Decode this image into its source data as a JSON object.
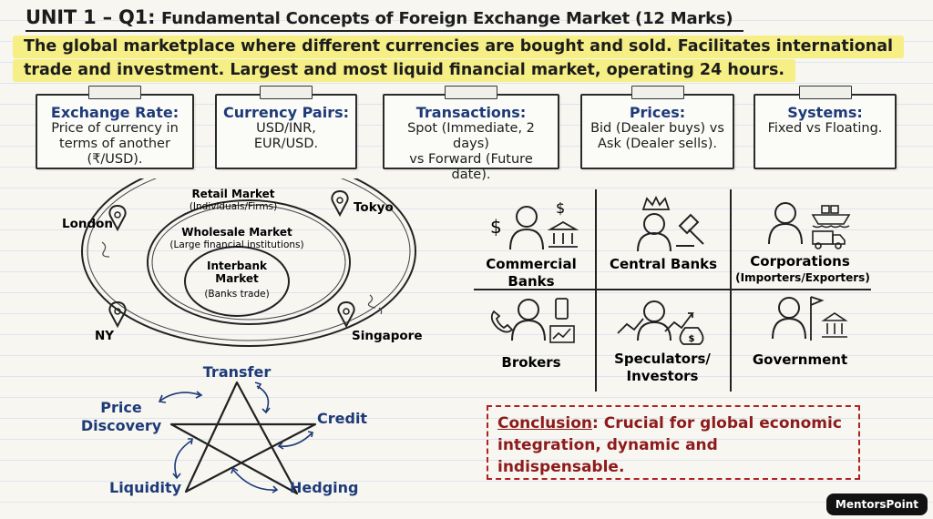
{
  "title": {
    "unit": "UNIT 1 – Q1:",
    "text": "Fundamental Concepts of Foreign Exchange Market (12 Marks)"
  },
  "intro": {
    "line1": "The global marketplace where different currencies are bought and sold. Facilitates international",
    "line2": "trade and investment. Largest and most liquid financial market, operating 24 hours."
  },
  "cards": [
    {
      "title": "Exchange Rate:",
      "lines": [
        "Price of currency in",
        "terms of another",
        "(₹/USD)."
      ]
    },
    {
      "title": "Currency Pairs:",
      "lines": [
        "USD/INR,",
        "EUR/USD."
      ]
    },
    {
      "title": "Transactions:",
      "lines": [
        "Spot (Immediate, 2 days)",
        "vs Forward (Future date)."
      ]
    },
    {
      "title": "Prices:",
      "lines": [
        "Bid (Dealer buys) vs",
        "Ask (Dealer sells)."
      ]
    },
    {
      "title": "Systems:",
      "lines": [
        "Fixed vs Floating."
      ]
    }
  ],
  "market": {
    "retail": "Retail Market",
    "retail_sub": "(Individuals/Firms)",
    "wholesale": "Wholesale Market",
    "wholesale_sub": "(Large financial institutions)",
    "interbank_1": "Interbank",
    "interbank_2": "Market",
    "interbank_sub": "(Banks trade)",
    "cities": {
      "london": "London",
      "tokyo": "Tokyo",
      "ny": "NY",
      "singapore": "Singapore"
    }
  },
  "functions": {
    "transfer": "Transfer",
    "credit": "Credit",
    "hedging": "Hedging",
    "liquidity": "Liquidity",
    "price_1": "Price",
    "price_2": "Discovery"
  },
  "participants": {
    "commercial_1": "Commercial",
    "commercial_2": "Banks",
    "central": "Central Banks",
    "corporations": "Corporations",
    "corporations_sub": "(Importers/Exporters)",
    "brokers": "Brokers",
    "speculators_1": "Speculators/",
    "speculators_2": "Investors",
    "government": "Government"
  },
  "conclusion": {
    "key": "Conclusion",
    "line1": ": Crucial for global economic",
    "line2": "integration, dynamic and",
    "line3": "indispensable."
  },
  "brand": "MentorsPoint",
  "colors": {
    "heading_blue": "#1e3a78",
    "highlight": "#f5ef86",
    "conclusion_red": "#b02121"
  },
  "icons": [
    "map-pin-icon",
    "person-icon",
    "dollar-icon",
    "bank-icon",
    "crown-icon",
    "gavel-icon",
    "ship-icon",
    "truck-icon",
    "phone-icon",
    "smartphone-icon",
    "chart-icon",
    "money-bag-icon",
    "flag-icon",
    "govt-building-icon",
    "curved-arrow-icon"
  ]
}
